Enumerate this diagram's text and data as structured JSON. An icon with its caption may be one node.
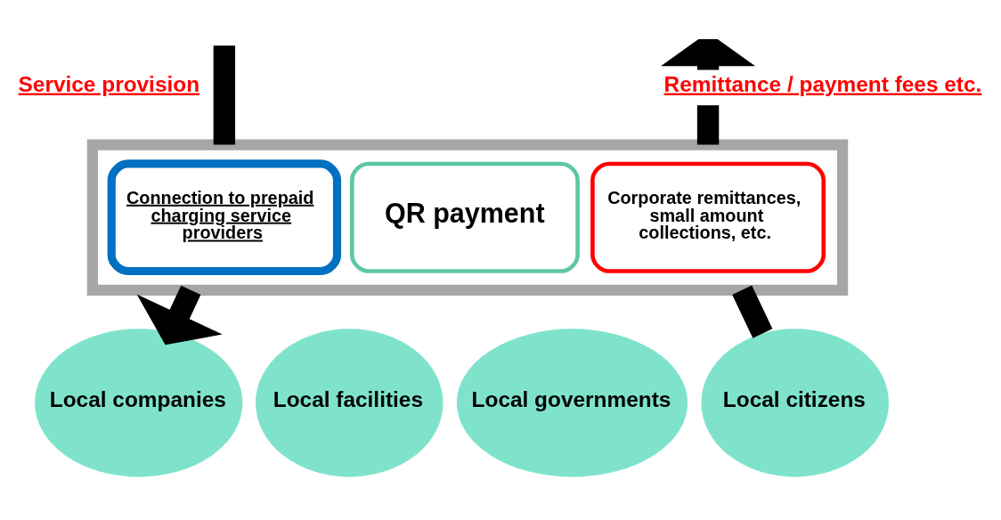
{
  "diagram": {
    "nodes": [
      {
        "text": [],
        "shape": "box"
      },
      {
        "text": [
          "Connection to prepaid charging service providers"
        ],
        "in": 0
      },
      {
        "text": [
          "QR payment"
        ],
        "in": 0
      },
      {
        "text": [
          "Corporate remittances, small amount collections, etc."
        ],
        "in": 0
      },
      {
        "text": [
          "Local companies"
        ]
      },
      {
        "text": [
          "Local facilities"
        ]
      },
      {
        "text": [
          "Local governments"
        ]
      },
      {
        "text": [
          "Local citizens"
        ]
      }
    ],
    "edges": [
      {
        "from": null,
        "to": 0,
        "arrow": "none",
        "label": "Service provision"
      },
      {
        "from": 0,
        "to": 4,
        "arrow": "to"
      },
      {
        "from": 7,
        "to": 0,
        "arrow": "none"
      },
      {
        "from": 0,
        "to": null,
        "arrow": "to",
        "label": "Remittance / payment fees etc."
      }
    ]
  }
}
